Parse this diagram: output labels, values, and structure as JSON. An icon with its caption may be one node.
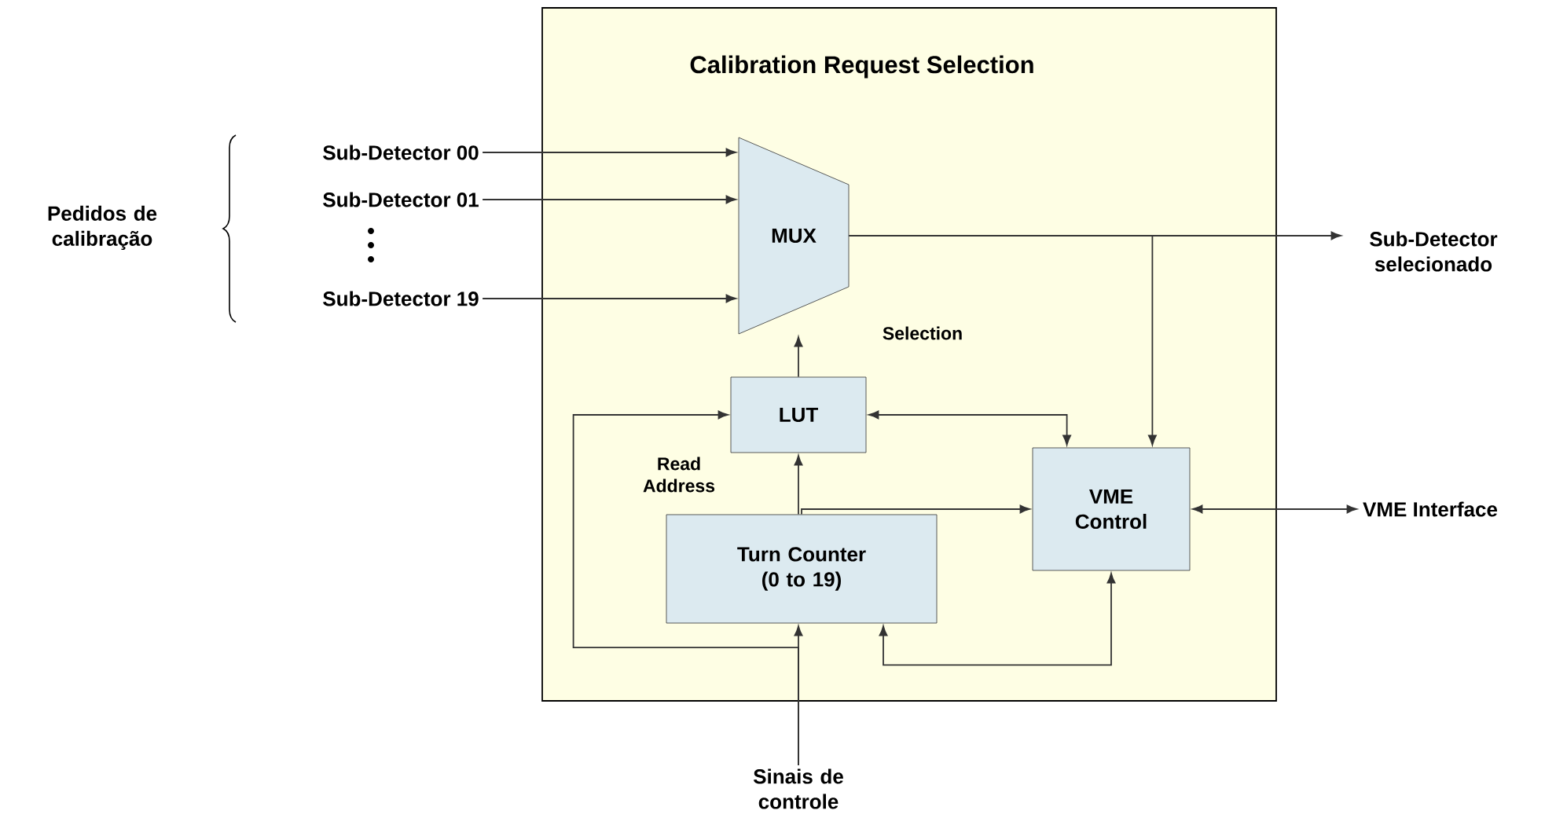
{
  "diagram": {
    "nodes": [
      {
        "text": [
          "Calibration Request Selection"
        ]
      },
      {
        "text": [
          "Sub-Detector 00"
        ]
      },
      {
        "text": [
          "Sub-Detector 01"
        ]
      },
      {
        "text": [
          "Sub-Detector 19"
        ]
      },
      {
        "text": [
          "MUX"
        ],
        "in": 0
      },
      {
        "text": [
          "LUT"
        ],
        "in": 0
      },
      {
        "text": [
          "VME Control"
        ],
        "in": 0
      },
      {
        "text": [
          "Turn Counter (0 to 19)"
        ],
        "in": 0
      },
      {
        "text": [
          "Sub-Detector selecionado"
        ]
      },
      {
        "text": [
          "VME Interface"
        ]
      },
      {
        "text": [
          "Sinais de controle"
        ]
      }
    ],
    "edges": [
      {
        "from": 1,
        "to": 4,
        "arrow": "to"
      },
      {
        "from": 2,
        "to": 4,
        "arrow": "to"
      },
      {
        "from": 3,
        "to": 4,
        "arrow": "to"
      },
      {
        "from": 5,
        "to": 4,
        "arrow": "to",
        "label": "Selection"
      },
      {
        "from": 4,
        "to": 8,
        "arrow": "to"
      },
      {
        "from": 4,
        "to": 6,
        "arrow": "to"
      },
      {
        "from": 5,
        "to": 6,
        "arrow": "both"
      },
      {
        "from": 7,
        "to": 5,
        "arrow": "to",
        "label": "Read Address"
      },
      {
        "from": 7,
        "to": 6,
        "arrow": "to"
      },
      {
        "from": 10,
        "to": 7,
        "arrow": "to"
      },
      {
        "from": 10,
        "to": 5,
        "arrow": "to"
      },
      {
        "from": 6,
        "to": 7,
        "arrow": "both"
      },
      {
        "from": 6,
        "to": 9,
        "arrow": "both"
      }
    ],
    "labels": [
      "Pedidos de calibração"
    ]
  }
}
